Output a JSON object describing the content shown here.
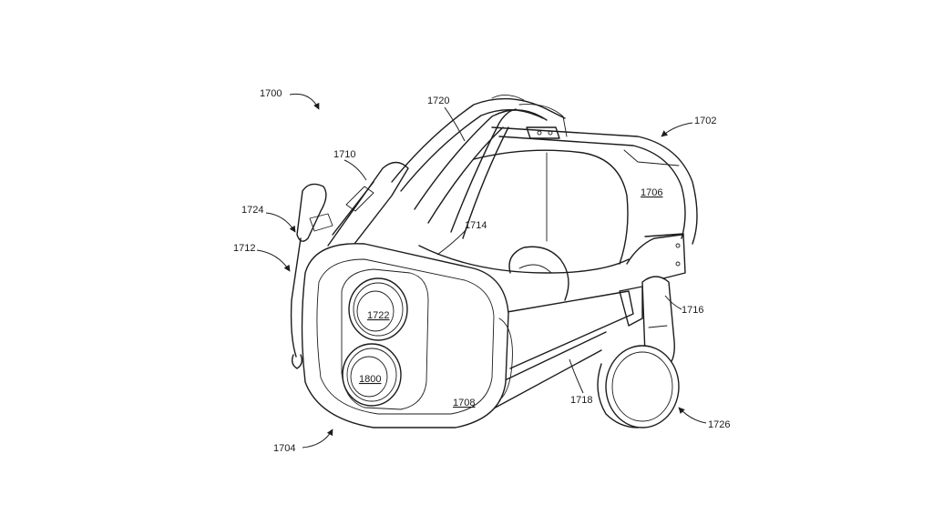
{
  "figure": {
    "labels": {
      "l1700": "1700",
      "l1702": "1702",
      "l1704": "1704",
      "l1706": "1706",
      "l1708": "1708",
      "l1710": "1710",
      "l1712": "1712",
      "l1714": "1714",
      "l1716": "1716",
      "l1718": "1718",
      "l1720": "1720",
      "l1722": "1722",
      "l1724": "1724",
      "l1726": "1726",
      "l1800": "1800"
    }
  }
}
